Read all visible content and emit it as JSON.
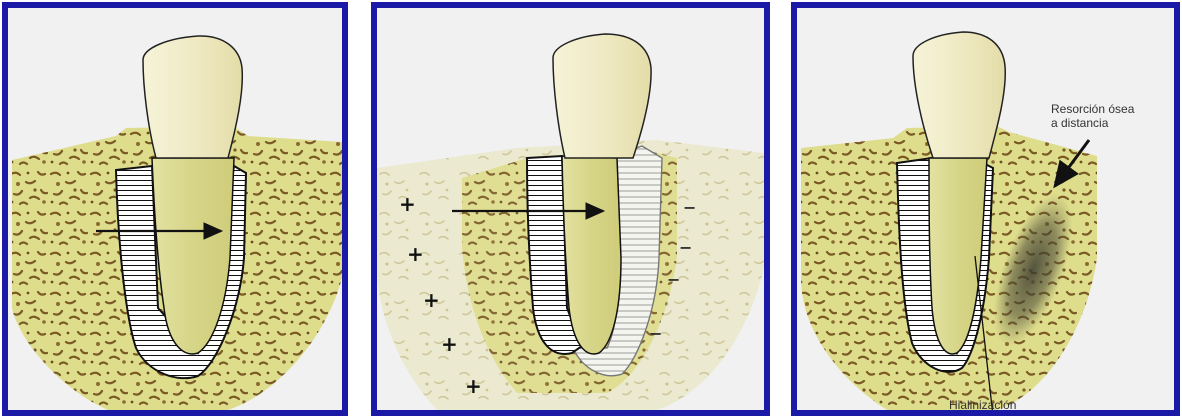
{
  "colors": {
    "frame": "#1a1aa6",
    "bone": "#dedd8c",
    "tooth": "#f2eecb",
    "root": "#dad98f",
    "spot": "#7a5a25"
  },
  "icons": [
    "arrow-icon",
    "plus-sign-icon",
    "minus-sign-icon"
  ],
  "panel2": {
    "plus": "+",
    "minus": "−"
  },
  "panel3": {
    "label_resorption_1": "Resorción ósea",
    "label_resorption_2": "a distancia",
    "label_hyalinization": "Hialinización"
  }
}
